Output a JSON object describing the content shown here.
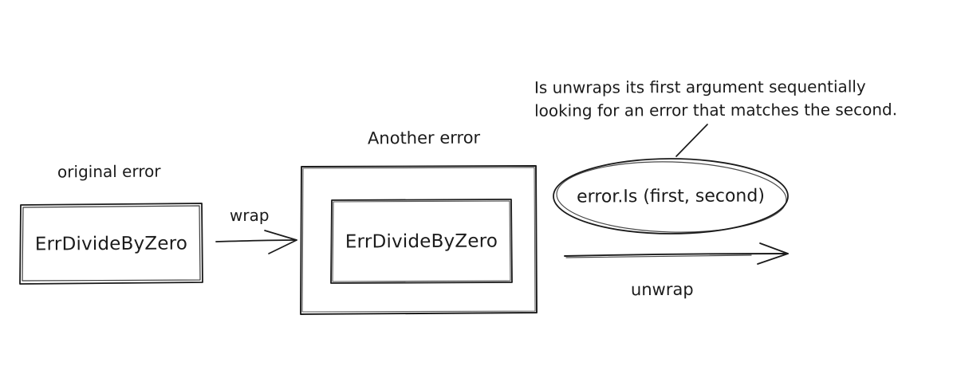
{
  "diagram": {
    "background_color": "#ffffff",
    "ink_color": "#1b1b1b",
    "original_error": {
      "caption": "original error",
      "box_text": "ErrDivideByZero"
    },
    "wrap_arrow": {
      "label": "wrap"
    },
    "another_error": {
      "caption": "Another error",
      "inner_box_text": "ErrDivideByZero"
    },
    "is_annotation": {
      "line1": "Is unwraps its first argument sequentially",
      "line2": "looking for an error that matches the second."
    },
    "error_is_ellipse": {
      "text": "error.Is (first, second)"
    },
    "unwrap_arrow": {
      "label": "unwrap"
    }
  }
}
